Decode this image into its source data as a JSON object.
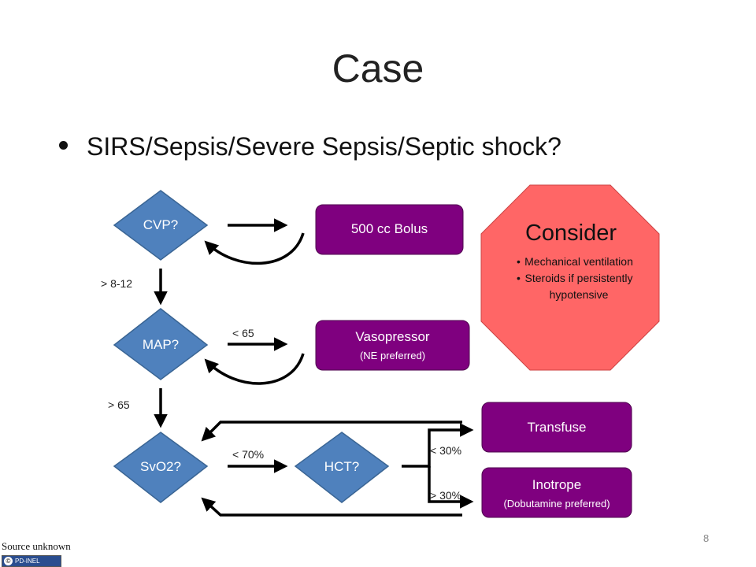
{
  "slide": {
    "title": "Case",
    "bullet": "SIRS/Sepsis/Severe Sepsis/Septic shock?",
    "page_number": "8",
    "source": "Source unknown",
    "badge": "PD-INEL"
  },
  "nodes": {
    "cvp": "CVP?",
    "map": "MAP?",
    "svo2": "SvO2?",
    "hct": "HCT?"
  },
  "boxes": {
    "bolus": "500 cc Bolus",
    "vasopressor_title": "Vasopressor",
    "vasopressor_note": "(NE preferred)",
    "transfuse": "Transfuse",
    "inotrope_title": "Inotrope",
    "inotrope_note": "(Dobutamine preferred)"
  },
  "edge_labels": {
    "cvp_to_map": "> 8-12",
    "map_to_vaso": "< 65",
    "map_to_svo2": "> 65",
    "svo2_to_hct": "< 70%",
    "hct_to_transfuse": "< 30%",
    "hct_to_inotrope": "> 30%"
  },
  "consider": {
    "title": "Consider",
    "items": [
      "Mechanical ventilation",
      "Steroids if persistently hypotensive"
    ]
  },
  "colors": {
    "diamond": "#4f81bd",
    "box": "#7f007f",
    "octagon": "#ff6666"
  }
}
